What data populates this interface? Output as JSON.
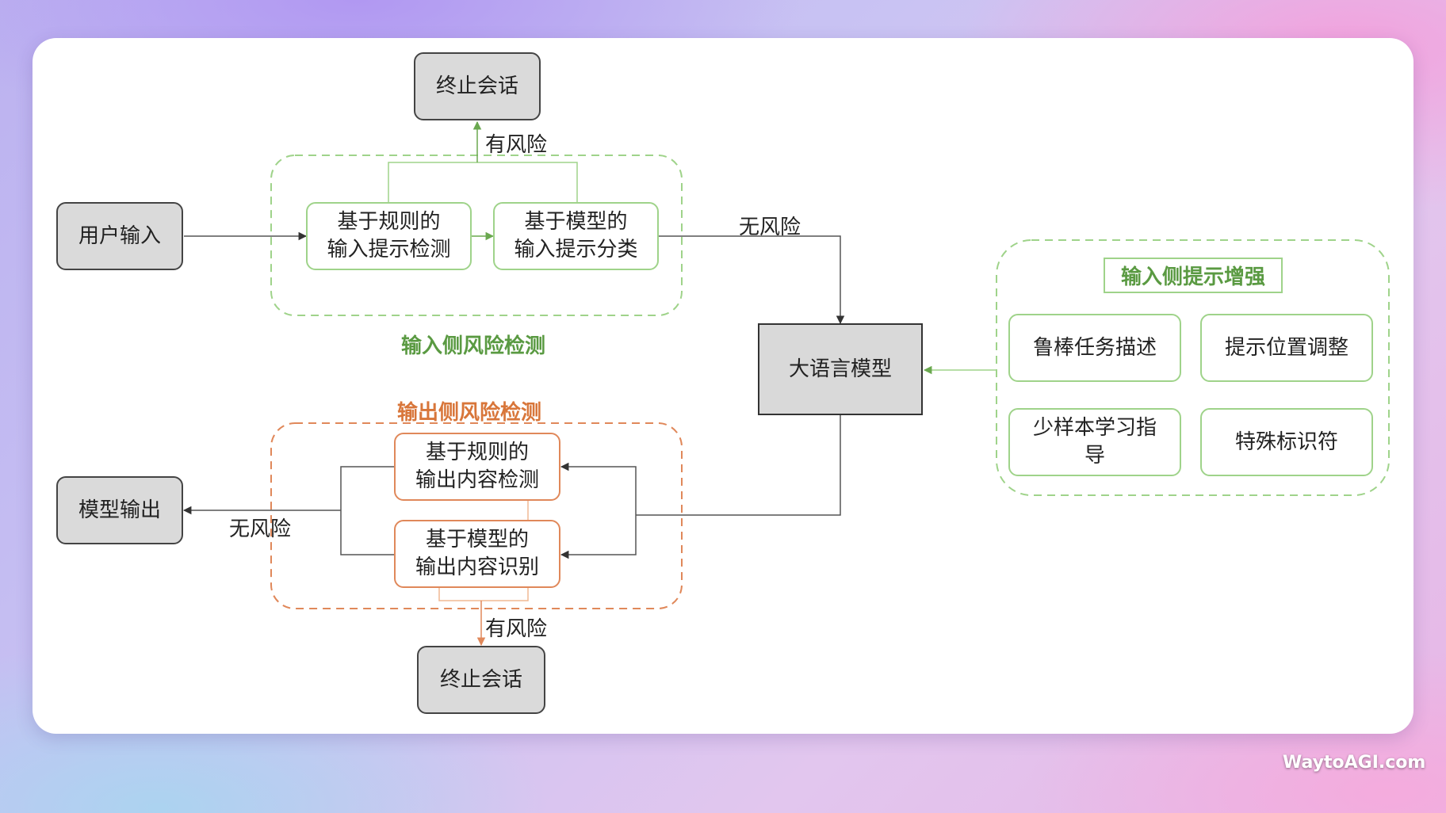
{
  "nodes": {
    "user_input": "用户输入",
    "terminate_top": "终止会话",
    "rule_input_check": "基于规则的\n输入提示检测",
    "model_input_classify": "基于模型的\n输入提示分类",
    "llm": "大语言模型",
    "model_output": "模型输出",
    "rule_output_check": "基于规则的\n输出内容检测",
    "model_output_identify": "基于模型的\n输出内容识别",
    "terminate_bottom": "终止会话"
  },
  "groups": {
    "input_risk_title": "输入侧风险检测",
    "output_risk_title": "输出侧风险检测",
    "prompt_enhance_title": "输入侧提示增强",
    "enhance_items": [
      "鲁棒任务描述",
      "提示位置调整",
      "少样本学习指\n导",
      "特殊标识符"
    ]
  },
  "edge_labels": {
    "risky_top": "有风险",
    "safe_to_llm": "无风险",
    "safe_to_output": "无风险",
    "risky_bottom": "有风险"
  },
  "colors": {
    "green": "#9fd38a",
    "green_title": "#5a9a42",
    "orange": "#e0885a",
    "orange_title": "#d8763a",
    "gray_node": "#dadada"
  },
  "watermark": "WaytoAGI.com"
}
